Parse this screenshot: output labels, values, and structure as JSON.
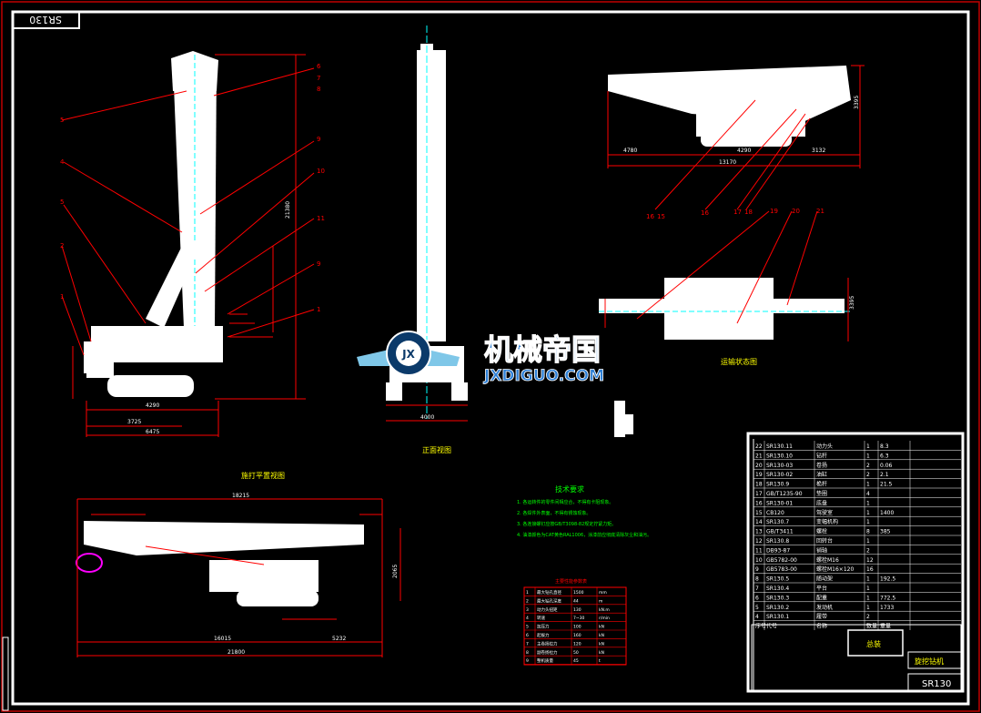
{
  "drawing": {
    "code_tag": "SR130",
    "title_block_name": "总装",
    "title_block_drawing": "旋挖钻机",
    "title_block_code": "SR130"
  },
  "views": {
    "front_view_label": "正面视图",
    "transport_label": "运输状态图",
    "travel_label": "施打平置视图"
  },
  "tech_requirements": {
    "title": "技术要求",
    "items": [
      "1. 各运转件的零件间相应合，不得有卡阻现象。",
      "2. 各焊件外表面，不得有锈蚀现象。",
      "3. 各连接螺钉应按GB/T3098-82规定拧紧力矩。",
      "4. 油漆颜色为CAT黄色RAL1006，涂漆前应彻底清除灰尘和油污。"
    ]
  },
  "params_table": {
    "title": "主要性能参数表",
    "rows": [
      [
        "1",
        "最大钻孔直径",
        "1500",
        "mm"
      ],
      [
        "2",
        "最大钻孔深度",
        "44",
        "m"
      ],
      [
        "3",
        "动力头扭矩",
        "130",
        "kN.m"
      ],
      [
        "4",
        "转速",
        "7~30",
        "r/min"
      ],
      [
        "5",
        "加压力",
        "100",
        "kN"
      ],
      [
        "6",
        "起拔力",
        "160",
        "kN"
      ],
      [
        "7",
        "主卷扬拉力",
        "120",
        "kN"
      ],
      [
        "8",
        "副卷扬拉力",
        "50",
        "kN"
      ],
      [
        "9",
        "整机质量",
        "45",
        "t"
      ]
    ]
  },
  "parts_list": {
    "rows": [
      [
        "22",
        "SR130.11",
        "动力头",
        "1",
        "8.3"
      ],
      [
        "21",
        "SR130.10",
        "钻杆",
        "1",
        "6.3"
      ],
      [
        "20",
        "SR130-03",
        "卷扬",
        "2",
        "0.06"
      ],
      [
        "19",
        "SR130-02",
        "油缸",
        "2",
        "2.1"
      ],
      [
        "18",
        "SR130.9",
        "桅杆",
        "1",
        "21.5"
      ],
      [
        "17",
        "GB/T1235-90",
        "垫圈",
        "4",
        ""
      ],
      [
        "16",
        "SR130-01",
        "底盘",
        "1",
        ""
      ],
      [
        "15",
        "CB120",
        "驾驶室",
        "1",
        "1400"
      ],
      [
        "14",
        "SR130.7",
        "变幅机构",
        "1",
        ""
      ],
      [
        "13",
        "GB/T3411",
        "螺栓",
        "8",
        "385"
      ],
      [
        "12",
        "SR130.8",
        "回转台",
        "1",
        ""
      ],
      [
        "11",
        "DB93-87",
        "销轴",
        "2",
        ""
      ],
      [
        "10",
        "GB5782-00",
        "螺栓M16",
        "12",
        ""
      ],
      [
        "9",
        "GB5783-00",
        "螺栓M16×120",
        "16",
        ""
      ],
      [
        "8",
        "SR130.5",
        "随动架",
        "1",
        "192.5"
      ],
      [
        "7",
        "SR130.4",
        "平台",
        "1",
        ""
      ],
      [
        "6",
        "SR130.3",
        "配重",
        "1",
        "772.5"
      ],
      [
        "5",
        "SR130.2",
        "发动机",
        "1",
        "1733"
      ],
      [
        "4",
        "SR130.1",
        "履带",
        "2",
        ""
      ]
    ],
    "headers": [
      "序号",
      "代号",
      "名称",
      "数量",
      "重量"
    ]
  },
  "watermark": {
    "cn": "机械帝国",
    "en": "JXDIGUO.COM",
    "logo_letters": "JX"
  },
  "dimensions": {
    "side_h1": "4290",
    "side_w1": "3725",
    "side_w2": "6475",
    "side_h2": "21380",
    "front_w": "4000",
    "top_w1": "4780",
    "top_w2": "4290",
    "top_w3": "3132",
    "top_w4": "13170",
    "top_h": "3395",
    "trav_w1": "18215",
    "trav_w2": "21800",
    "trav_w3": "16015",
    "trav_w4": "5232",
    "trav_h": "2065"
  },
  "balloons": [
    "1",
    "2",
    "3",
    "4",
    "5",
    "6",
    "7",
    "8",
    "9",
    "10",
    "11",
    "12",
    "13",
    "14",
    "15",
    "16",
    "17",
    "18",
    "19",
    "20",
    "21"
  ],
  "colors": {
    "background": "#000000",
    "frame": "#ffffff",
    "line_red": "#ff0000",
    "center_cyan": "#00ffff",
    "text_green": "#00ff00",
    "magenta": "#ff00ff"
  }
}
